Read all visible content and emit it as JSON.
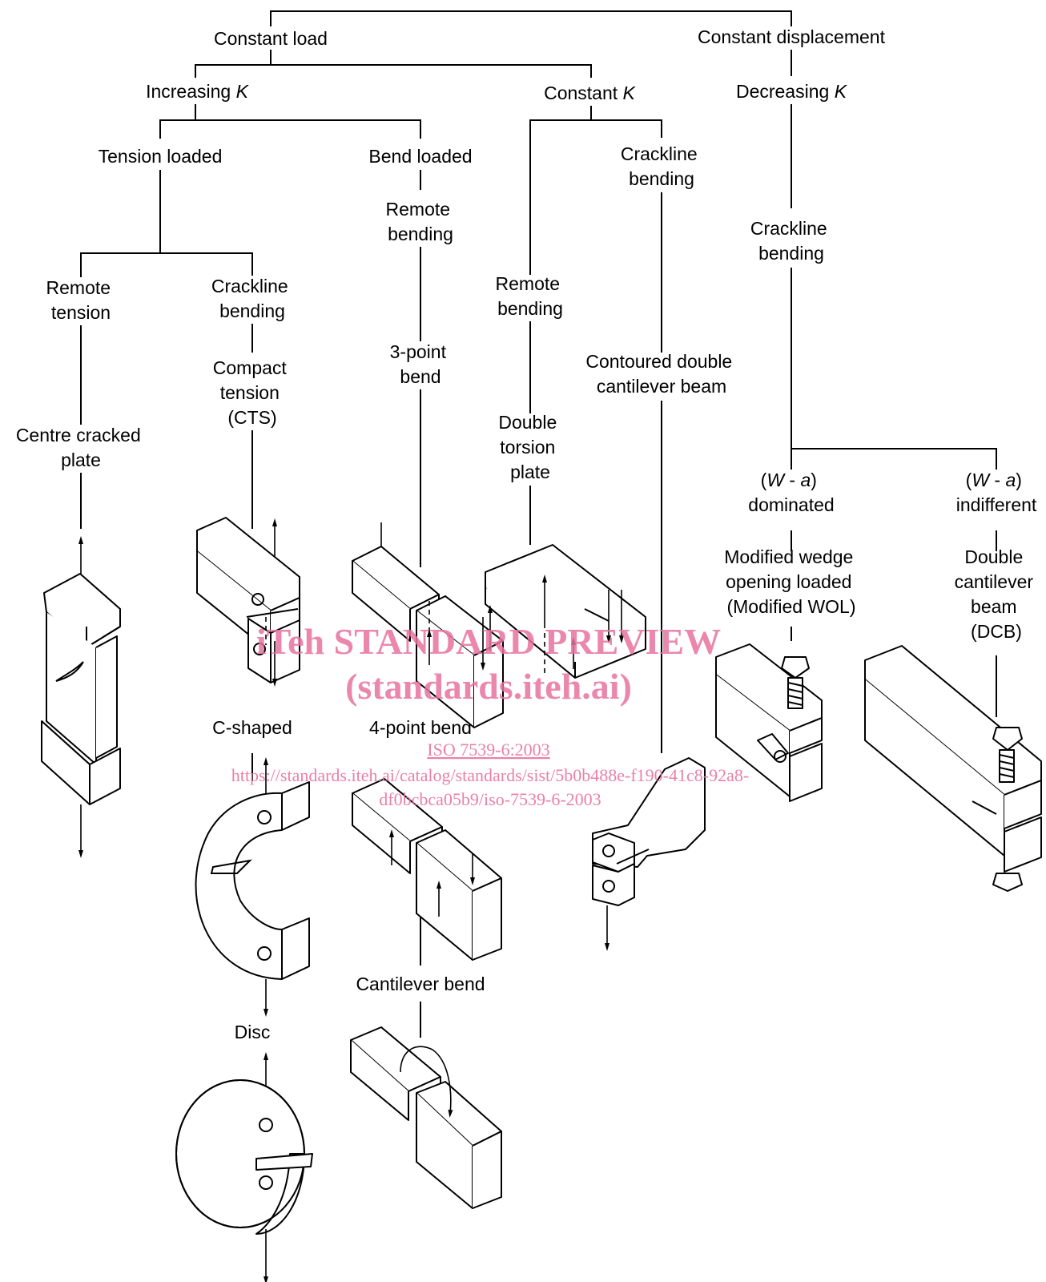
{
  "labels": {
    "constant_load": "Constant load",
    "constant_displacement": "Constant displacement",
    "increasing_k": "Increasing",
    "constant_k": "Constant",
    "decreasing_k": "Decreasing",
    "k_symbol": "K",
    "tension_loaded": "Tension loaded",
    "bend_loaded": "Bend loaded",
    "crackline_bending": "Crackline",
    "bending": "bending",
    "remote": "Remote",
    "tension": "tension",
    "compact": "Compact",
    "cts": "(CTS)",
    "three_point": "3-point",
    "bend": "bend",
    "double": "Double",
    "torsion": "torsion",
    "plate": "plate",
    "contoured_double": "Contoured double",
    "cantilever_beam": "cantilever beam",
    "centre_cracked": "Centre cracked",
    "w_a_open": "(",
    "w_symbol": "W",
    "minus": " - ",
    "a_symbol": "a",
    "w_a_close": ")",
    "dominated": "dominated",
    "indifferent": "indifferent",
    "modified_wedge": "Modified wedge",
    "opening_loaded": "opening loaded",
    "modified_wol": "(Modified WOL)",
    "cantilever": "cantilever",
    "beam": "beam",
    "dcb": "(DCB)",
    "c_shaped": "C-shaped",
    "four_point_bend": "4-point bend",
    "cantilever_bend": "Cantilever bend",
    "disc": "Disc"
  },
  "watermark": {
    "line1": "iTeh STANDARD PREVIEW",
    "line2": "(standards.iteh.ai)",
    "line3": "ISO 7539-6:2003",
    "line4": "https://standards.iteh.ai/catalog/standards/sist/5b0b488e-f190-41c8-92a8-",
    "line5": "df0bcbca05b9/iso-7539-6-2003"
  },
  "colors": {
    "line": "#000000",
    "watermark": "#e8739f"
  }
}
